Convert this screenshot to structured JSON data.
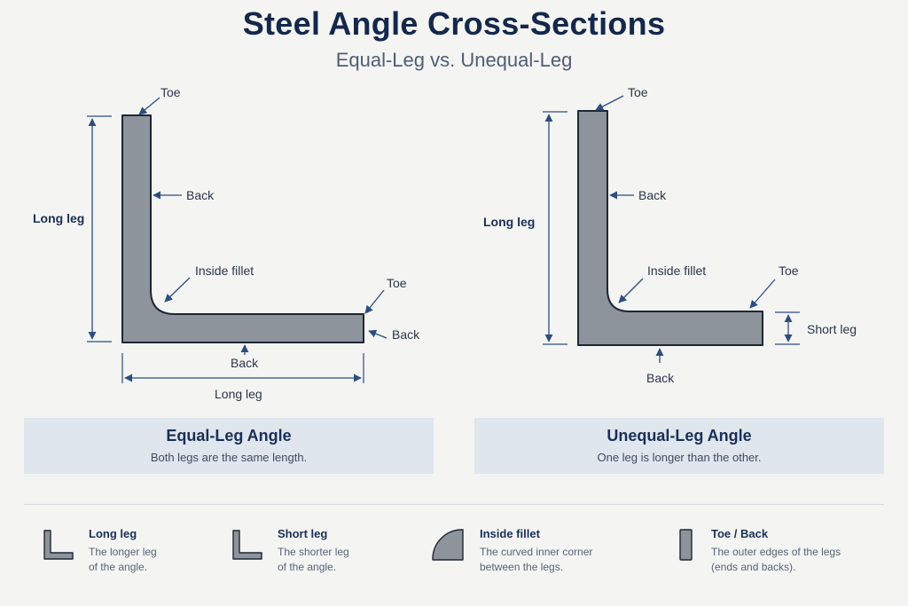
{
  "header": {
    "title": "Steel Angle Cross-Sections",
    "subtitle": "Equal-Leg vs. Unequal-Leg"
  },
  "colors": {
    "steel_fill": "#8e949c",
    "outline": "#1e2633",
    "dimension": "#2c4d7f",
    "caption_bg": "#e0e6ee",
    "title": "#14284b"
  },
  "left_diagram": {
    "labels": {
      "toe_top": "Toe",
      "back_vertical": "Back",
      "long_leg_vertical": "Long leg",
      "inside_fillet": "Inside fillet",
      "toe_right": "Toe",
      "back_right": "Back",
      "back_bottom": "Back",
      "long_leg_horizontal": "Long leg"
    },
    "caption_title": "Equal-Leg Angle",
    "caption_desc": "Both legs are the same length."
  },
  "right_diagram": {
    "labels": {
      "toe_top": "Toe",
      "back_vertical": "Back",
      "long_leg_vertical": "Long leg",
      "inside_fillet": "Inside fillet",
      "toe_right": "Toe",
      "short_leg": "Short leg",
      "back_bottom": "Back"
    },
    "caption_title": "Unequal-Leg Angle",
    "caption_desc": "One leg is longer than the other."
  },
  "legend": [
    {
      "icon": "angle-icon",
      "title": "Long leg",
      "desc_line1": "The longer leg",
      "desc_line2": "of the angle."
    },
    {
      "icon": "angle-icon",
      "title": "Short leg",
      "desc_line1": "The shorter leg",
      "desc_line2": "of the angle."
    },
    {
      "icon": "quarter-round-icon",
      "title": "Inside fillet",
      "desc_line1": "The curved inner corner",
      "desc_line2": "between the legs."
    },
    {
      "icon": "bar-icon",
      "title": "Toe / Back",
      "desc_line1": "The outer edges of the legs",
      "desc_line2": "(ends and backs)."
    }
  ]
}
